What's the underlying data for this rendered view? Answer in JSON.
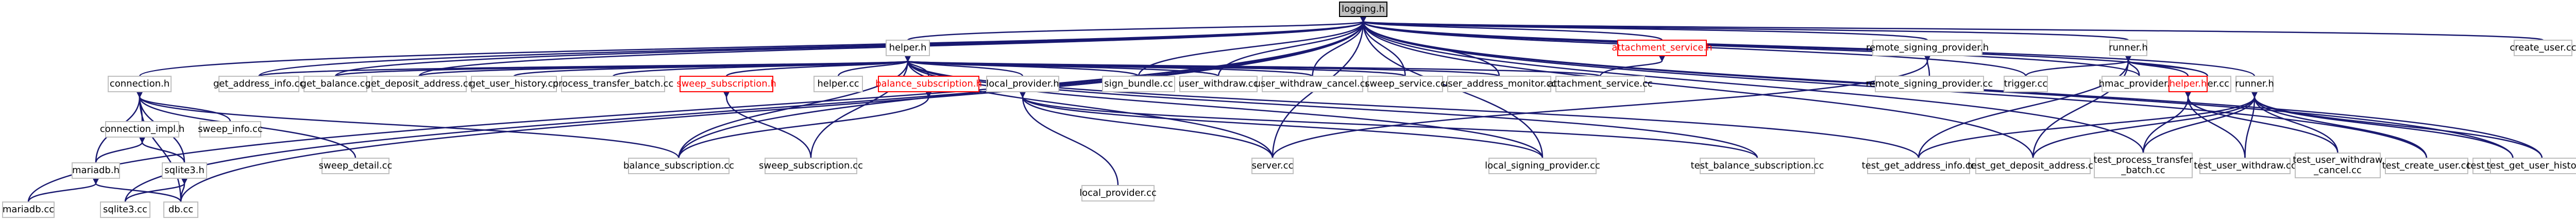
{
  "colors": {
    "edge": "#191970",
    "box_border": "#bfbfbf",
    "root_fill": "#bfbfbf",
    "missing_border": "#ff0000"
  },
  "nodes": [
    {
      "id": "root",
      "label": "logging.h",
      "kind": "root"
    },
    {
      "id": "connection_h",
      "label": "connection.h"
    },
    {
      "id": "helper_h",
      "label": "helper.h"
    },
    {
      "id": "attachment_service_h",
      "label": "attachment_service.h",
      "kind": "missing"
    },
    {
      "id": "remote_signing_provider_h",
      "label": "remote_signing_provider.h"
    },
    {
      "id": "runner_h_top",
      "label": "runner.h"
    },
    {
      "id": "create_user_cc",
      "label": "create_user.cc"
    },
    {
      "id": "get_address_info_cc",
      "label": "get_address_info.cc"
    },
    {
      "id": "get_balance_cc",
      "label": "get_balance.cc"
    },
    {
      "id": "get_deposit_address_cc",
      "label": "get_deposit_address.cc"
    },
    {
      "id": "get_user_history_cc",
      "label": "get_user_history.cc"
    },
    {
      "id": "process_transfer_batch_cc",
      "label": "process_transfer_batch.cc"
    },
    {
      "id": "sweep_subscription_h",
      "label": "sweep_subscription.h",
      "kind": "missing"
    },
    {
      "id": "helper_cc",
      "label": "helper.cc"
    },
    {
      "id": "balance_subscription_h",
      "label": "balance_subscription.h",
      "kind": "missing"
    },
    {
      "id": "local_provider_h",
      "label": "local_provider.h"
    },
    {
      "id": "sign_bundle_cc",
      "label": "sign_bundle.cc"
    },
    {
      "id": "user_withdraw_cc",
      "label": "user_withdraw.cc"
    },
    {
      "id": "user_withdraw_cancel_cc",
      "label": "user_withdraw_cancel.cc"
    },
    {
      "id": "sweep_service_cc",
      "label": "sweep_service.cc"
    },
    {
      "id": "user_address_monitor_cc",
      "label": "user_address_monitor.cc"
    },
    {
      "id": "attachment_service_cc",
      "label": "attachment_service.cc"
    },
    {
      "id": "remote_signing_provider_cc",
      "label": "remote_signing_provider.cc"
    },
    {
      "id": "trigger_cc",
      "label": "trigger.cc"
    },
    {
      "id": "hmac_provider_cc",
      "label": "hmac_provider.cc"
    },
    {
      "id": "runner_cc",
      "label": "runner.cc"
    },
    {
      "id": "runner_h_mid",
      "label": "runner.h"
    },
    {
      "id": "connection_impl_h",
      "label": "connection_impl.h"
    },
    {
      "id": "sweep_info_cc",
      "label": "sweep_info.cc"
    },
    {
      "id": "sweep_detail_cc",
      "label": "sweep_detail.cc"
    },
    {
      "id": "balance_subscription_cc",
      "label": "balance_subscription.cc"
    },
    {
      "id": "sweep_subscription_cc",
      "label": "sweep_subscription.cc"
    },
    {
      "id": "server_cc",
      "label": "server.cc"
    },
    {
      "id": "local_signing_provider_cc",
      "label": "local_signing_provider.cc"
    },
    {
      "id": "test_balance_subscription_cc",
      "label": "test_balance_subscription.cc"
    },
    {
      "id": "test_get_address_info_cc",
      "label": "test_get_address_info.cc"
    },
    {
      "id": "test_get_deposit_address_cc",
      "label": "test_get_deposit_address.cc"
    },
    {
      "id": "helper_h_red",
      "label": "helper.h",
      "kind": "missing"
    },
    {
      "id": "test_process_transfer_batch_cc",
      "label": "test_process_transfer\n_batch.cc"
    },
    {
      "id": "test_user_withdraw_cc",
      "label": "test_user_withdraw.cc"
    },
    {
      "id": "test_user_withdraw_cancel_cc",
      "label": "test_user_withdraw\n_cancel.cc"
    },
    {
      "id": "test_create_user_cc",
      "label": "test_create_user.cc"
    },
    {
      "id": "test_get_balance_cc",
      "label": "test_get_balance.cc"
    },
    {
      "id": "test_get_user_history_cc",
      "label": "test_get_user_history.cc"
    },
    {
      "id": "local_provider_cc",
      "label": "local_provider.cc"
    },
    {
      "id": "mariadb_h",
      "label": "mariadb.h"
    },
    {
      "id": "sqlite3_h",
      "label": "sqlite3.h"
    },
    {
      "id": "mariadb_cc",
      "label": "mariadb.cc"
    },
    {
      "id": "sqlite3_cc",
      "label": "sqlite3.cc"
    },
    {
      "id": "db_cc",
      "label": "db.cc"
    }
  ],
  "edges": [
    [
      "root",
      "connection_h"
    ],
    [
      "root",
      "helper_h"
    ],
    [
      "root",
      "attachment_service_h"
    ],
    [
      "root",
      "remote_signing_provider_h"
    ],
    [
      "root",
      "runner_h_top"
    ],
    [
      "root",
      "create_user_cc"
    ],
    [
      "root",
      "get_address_info_cc"
    ],
    [
      "root",
      "get_balance_cc"
    ],
    [
      "root",
      "get_deposit_address_cc"
    ],
    [
      "root",
      "sign_bundle_cc"
    ],
    [
      "root",
      "user_withdraw_cc"
    ],
    [
      "root",
      "user_withdraw_cancel_cc"
    ],
    [
      "root",
      "sweep_service_cc"
    ],
    [
      "root",
      "user_address_monitor_cc"
    ],
    [
      "root",
      "trigger_cc"
    ],
    [
      "root",
      "hmac_provider_cc"
    ],
    [
      "root",
      "runner_cc"
    ],
    [
      "root",
      "runner_h_mid"
    ],
    [
      "root",
      "server_cc"
    ],
    [
      "root",
      "mariadb_cc"
    ],
    [
      "root",
      "sqlite3_cc"
    ],
    [
      "root",
      "db_cc"
    ],
    [
      "root",
      "test_get_balance_cc"
    ],
    [
      "root",
      "test_get_user_history_cc"
    ],
    [
      "root",
      "test_get_deposit_address_cc"
    ],
    [
      "root",
      "test_create_user_cc"
    ],
    [
      "root",
      "test_process_transfer_batch_cc"
    ],
    [
      "root",
      "balance_subscription_cc"
    ],
    [
      "root",
      "local_signing_provider_cc"
    ],
    [
      "connection_h",
      "connection_impl_h"
    ],
    [
      "connection_h",
      "sweep_info_cc"
    ],
    [
      "connection_h",
      "sweep_detail_cc"
    ],
    [
      "connection_h",
      "balance_subscription_cc"
    ],
    [
      "connection_h",
      "db_cc"
    ],
    [
      "connection_h",
      "mariadb_h"
    ],
    [
      "connection_h",
      "sqlite3_h"
    ],
    [
      "helper_h",
      "get_address_info_cc"
    ],
    [
      "helper_h",
      "get_balance_cc"
    ],
    [
      "helper_h",
      "get_deposit_address_cc"
    ],
    [
      "helper_h",
      "get_user_history_cc"
    ],
    [
      "helper_h",
      "process_transfer_batch_cc"
    ],
    [
      "helper_h",
      "sweep_subscription_h"
    ],
    [
      "helper_h",
      "helper_cc"
    ],
    [
      "helper_h",
      "balance_subscription_h"
    ],
    [
      "helper_h",
      "local_provider_h"
    ],
    [
      "helper_h",
      "sign_bundle_cc"
    ],
    [
      "helper_h",
      "user_withdraw_cc"
    ],
    [
      "helper_h",
      "user_withdraw_cancel_cc"
    ],
    [
      "helper_h",
      "sweep_service_cc"
    ],
    [
      "helper_h",
      "user_address_monitor_cc"
    ],
    [
      "helper_h",
      "attachment_service_cc"
    ],
    [
      "helper_h",
      "balance_subscription_cc"
    ],
    [
      "helper_h",
      "sweep_subscription_cc"
    ],
    [
      "helper_h",
      "server_cc"
    ],
    [
      "helper_h",
      "test_balance_subscription_cc"
    ],
    [
      "helper_h",
      "test_get_address_info_cc"
    ],
    [
      "helper_h",
      "local_signing_provider_cc"
    ],
    [
      "attachment_service_h",
      "attachment_service_cc"
    ],
    [
      "remote_signing_provider_h",
      "remote_signing_provider_cc"
    ],
    [
      "remote_signing_provider_h",
      "server_cc"
    ],
    [
      "runner_h_top",
      "hmac_provider_cc"
    ],
    [
      "runner_h_top",
      "runner_cc"
    ],
    [
      "runner_h_top",
      "trigger_cc"
    ],
    [
      "runner_h_top",
      "helper_h_red"
    ],
    [
      "runner_h_top",
      "test_get_address_info_cc"
    ],
    [
      "runner_h_top",
      "test_get_deposit_address_cc"
    ],
    [
      "runner_h_mid",
      "test_user_withdraw_cc"
    ],
    [
      "runner_h_mid",
      "test_user_withdraw_cancel_cc"
    ],
    [
      "runner_h_mid",
      "test_create_user_cc"
    ],
    [
      "runner_h_mid",
      "test_get_balance_cc"
    ],
    [
      "runner_h_mid",
      "test_get_user_history_cc"
    ],
    [
      "runner_h_mid",
      "test_process_transfer_batch_cc"
    ],
    [
      "runner_h_mid",
      "test_get_address_info_cc"
    ],
    [
      "runner_h_mid",
      "test_get_deposit_address_cc"
    ],
    [
      "helper_h_red",
      "test_process_transfer_batch_cc"
    ],
    [
      "helper_h_red",
      "test_user_withdraw_cc"
    ],
    [
      "helper_h_red",
      "test_user_withdraw_cancel_cc"
    ],
    [
      "sweep_subscription_h",
      "sweep_subscription_cc"
    ],
    [
      "balance_subscription_h",
      "balance_subscription_cc"
    ],
    [
      "local_provider_h",
      "local_provider_cc"
    ],
    [
      "local_provider_h",
      "server_cc"
    ],
    [
      "local_provider_h",
      "local_signing_provider_cc"
    ],
    [
      "local_provider_h",
      "test_balance_subscription_cc"
    ],
    [
      "connection_impl_h",
      "mariadb_h"
    ],
    [
      "connection_impl_h",
      "sqlite3_h"
    ],
    [
      "mariadb_h",
      "mariadb_cc"
    ],
    [
      "mariadb_h",
      "db_cc"
    ],
    [
      "sqlite3_h",
      "sqlite3_cc"
    ],
    [
      "sqlite3_h",
      "db_cc"
    ]
  ]
}
